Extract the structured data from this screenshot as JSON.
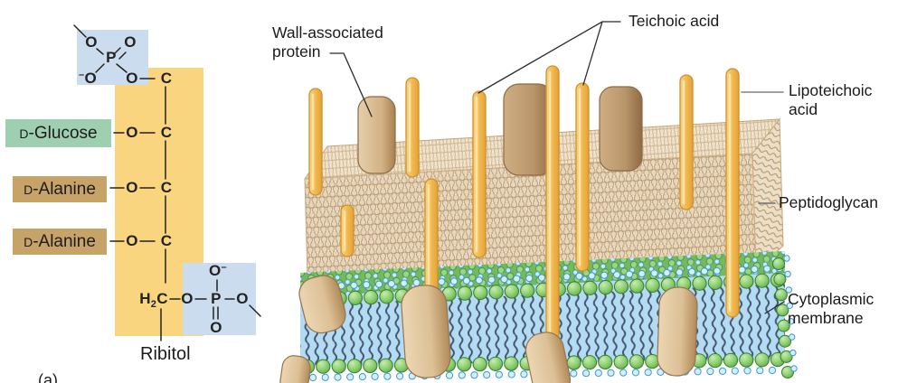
{
  "panel_label": "(a)",
  "colors": {
    "yellow_box": "#f8d57e",
    "blue_box": "#cbdcef",
    "glucose_box": "#9ecfb1",
    "alanine_box": "#c8a367",
    "rod_gold": "#f2bc55",
    "head_green": "#7cc45f",
    "dot_blue": "#d6eefb",
    "membrane_blue": "#b3dbf4",
    "wall_tan": "#e7d6b8"
  },
  "chemical": {
    "top_phosphate": {
      "o_nw": "O",
      "o_ne": "O",
      "p": "P",
      "o_sw_charge": "–",
      "o_sw": "O",
      "o_se": "O"
    },
    "top_c": "C",
    "rows": [
      {
        "group_prefix": "D",
        "group_name": "-Glucose",
        "o": "O",
        "c": "C"
      },
      {
        "group_prefix": "D",
        "group_name": "-Alanine",
        "o": "O",
        "c": "C"
      },
      {
        "group_prefix": "D",
        "group_name": "-Alanine",
        "o": "O",
        "c": "C"
      }
    ],
    "h2c": {
      "h": "H",
      "sub": "2",
      "c": "C"
    },
    "bottom_phosphate": {
      "o_top": "O",
      "o_top_charge": "–",
      "o_left": "O",
      "p": "P",
      "o_right": "O",
      "o_bottom": "O"
    },
    "ribitol": "Ribitol"
  },
  "illustration": {
    "labels": {
      "wall_protein_line1": "Wall-associated",
      "wall_protein_line2": "protein",
      "teichoic": "Teichoic acid",
      "lipoteichoic_line1": "Lipoteichoic",
      "lipoteichoic_line2": "acid",
      "peptidoglycan": "Peptidoglycan",
      "cytoplasmic_line1": "Cytoplasmic",
      "cytoplasmic_line2": "membrane"
    }
  }
}
